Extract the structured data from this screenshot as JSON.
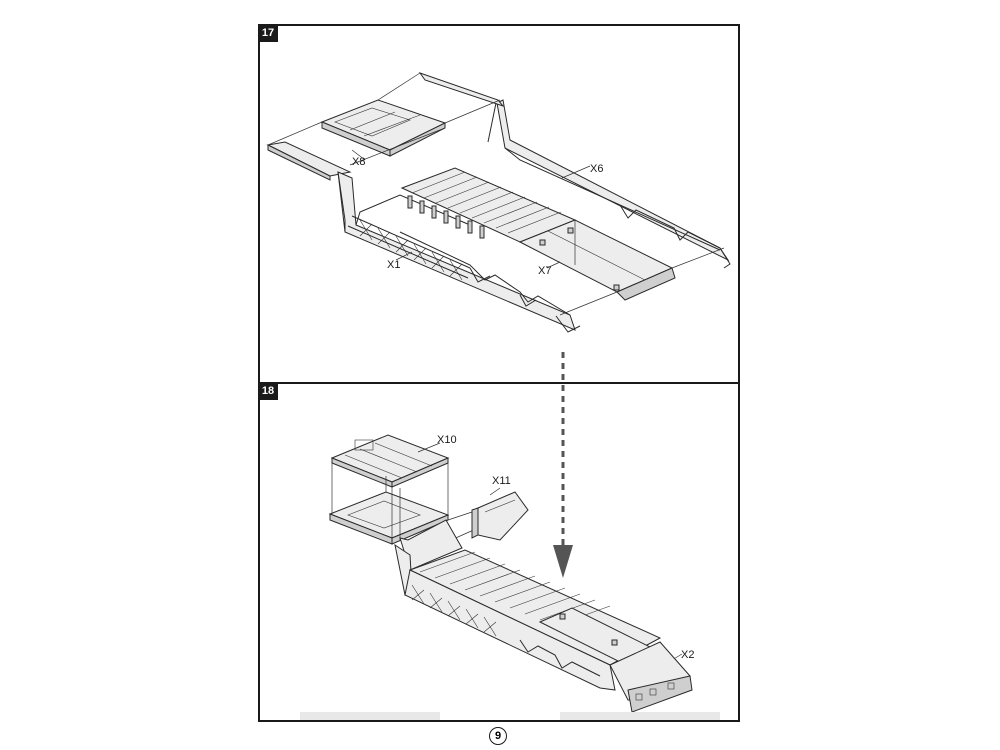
{
  "steps": [
    {
      "number": "17",
      "labels": [
        "X8",
        "X6",
        "X1",
        "X7"
      ]
    },
    {
      "number": "18",
      "labels": [
        "X10",
        "X11",
        "X2"
      ]
    }
  ],
  "page_number": "9"
}
